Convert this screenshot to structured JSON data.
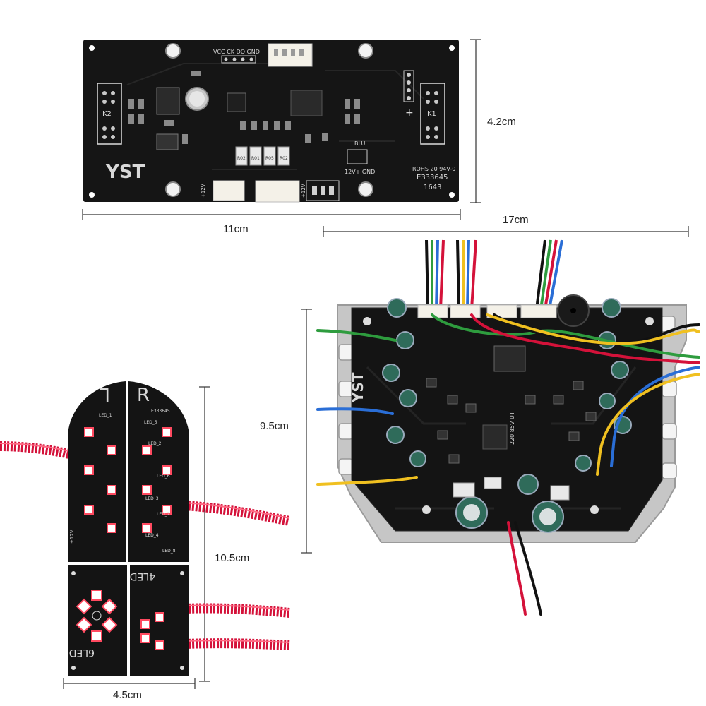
{
  "dimensions": {
    "top_width": "11cm",
    "top_height": "4.2cm",
    "main_width": "17cm",
    "main_height": "9.5cm",
    "led_height": "10.5cm",
    "led_width": "4.5cm"
  },
  "top_board": {
    "brand": "YST",
    "header_label": "VCC CK DO GND",
    "k1": "K1",
    "k2": "K2",
    "plus": "+",
    "blu": "BLU",
    "power_label": "12V+ GND",
    "rohs": "ROHS 20 94V-0",
    "cert": "E333645",
    "date": "1643",
    "v12a": "+12V",
    "v12b": "+12V",
    "r1": "R02",
    "r2": "R01",
    "r3": "R05",
    "r4": "R02"
  },
  "main_board": {
    "brand": "YST",
    "inductor": "220 85V UT"
  },
  "led_board": {
    "left": "L",
    "right": "R",
    "four_led": "4LED",
    "six_led": "6LED",
    "v12": "+12V",
    "cert": "E333645",
    "led1": "LED_1",
    "led2": "LED_2",
    "led3": "LED_3",
    "led4": "LED_4",
    "led5": "LED_5",
    "led6": "LED_6",
    "led7": "LED_7",
    "led8": "LED_8"
  },
  "colors": {
    "pcb": "#141414",
    "wire_red": "#d4123a",
    "wire_green": "#2e9c3e",
    "wire_blue": "#2a6ed6",
    "wire_yellow": "#f0c020",
    "led": "#ff4a60",
    "capacitor": "#2f6b5a"
  }
}
